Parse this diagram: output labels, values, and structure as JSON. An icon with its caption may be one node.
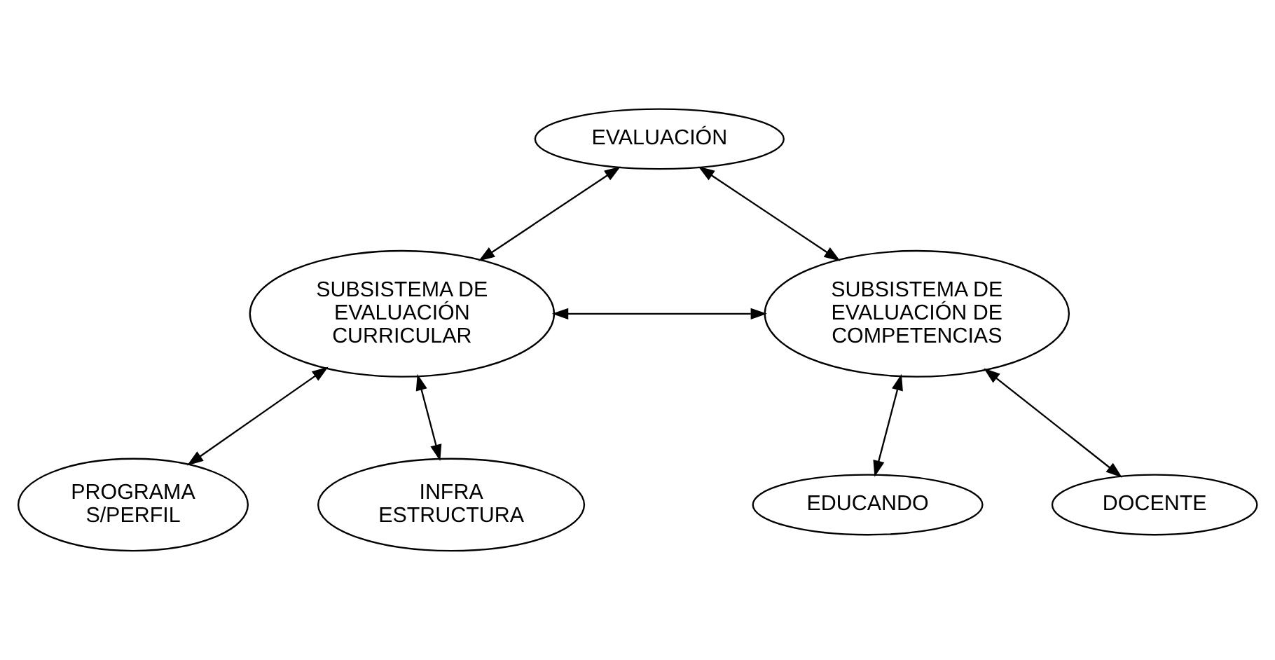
{
  "diagram": {
    "nodes": [
      {
        "text": [
          "EVALUACIÓN"
        ]
      },
      {
        "text": [
          "SUBSISTEMA DE EVALUACIÓN CURRICULAR"
        ]
      },
      {
        "text": [
          "SUBSISTEMA DE EVALUACIÓN DE COMPETENCIAS"
        ]
      },
      {
        "text": [
          "PROGRAMA S/PERFIL"
        ]
      },
      {
        "text": [
          "INFRA ESTRUCTURA"
        ]
      },
      {
        "text": [
          "EDUCANDO"
        ]
      },
      {
        "text": [
          "DOCENTE"
        ]
      }
    ],
    "edges": [
      {
        "from": 0,
        "to": 1,
        "arrow": "both"
      },
      {
        "from": 0,
        "to": 2,
        "arrow": "both"
      },
      {
        "from": 1,
        "to": 2,
        "arrow": "both"
      },
      {
        "from": 1,
        "to": 3,
        "arrow": "both"
      },
      {
        "from": 1,
        "to": 4,
        "arrow": "both"
      },
      {
        "from": 2,
        "to": 5,
        "arrow": "both"
      },
      {
        "from": 2,
        "to": 6,
        "arrow": "both"
      }
    ]
  }
}
